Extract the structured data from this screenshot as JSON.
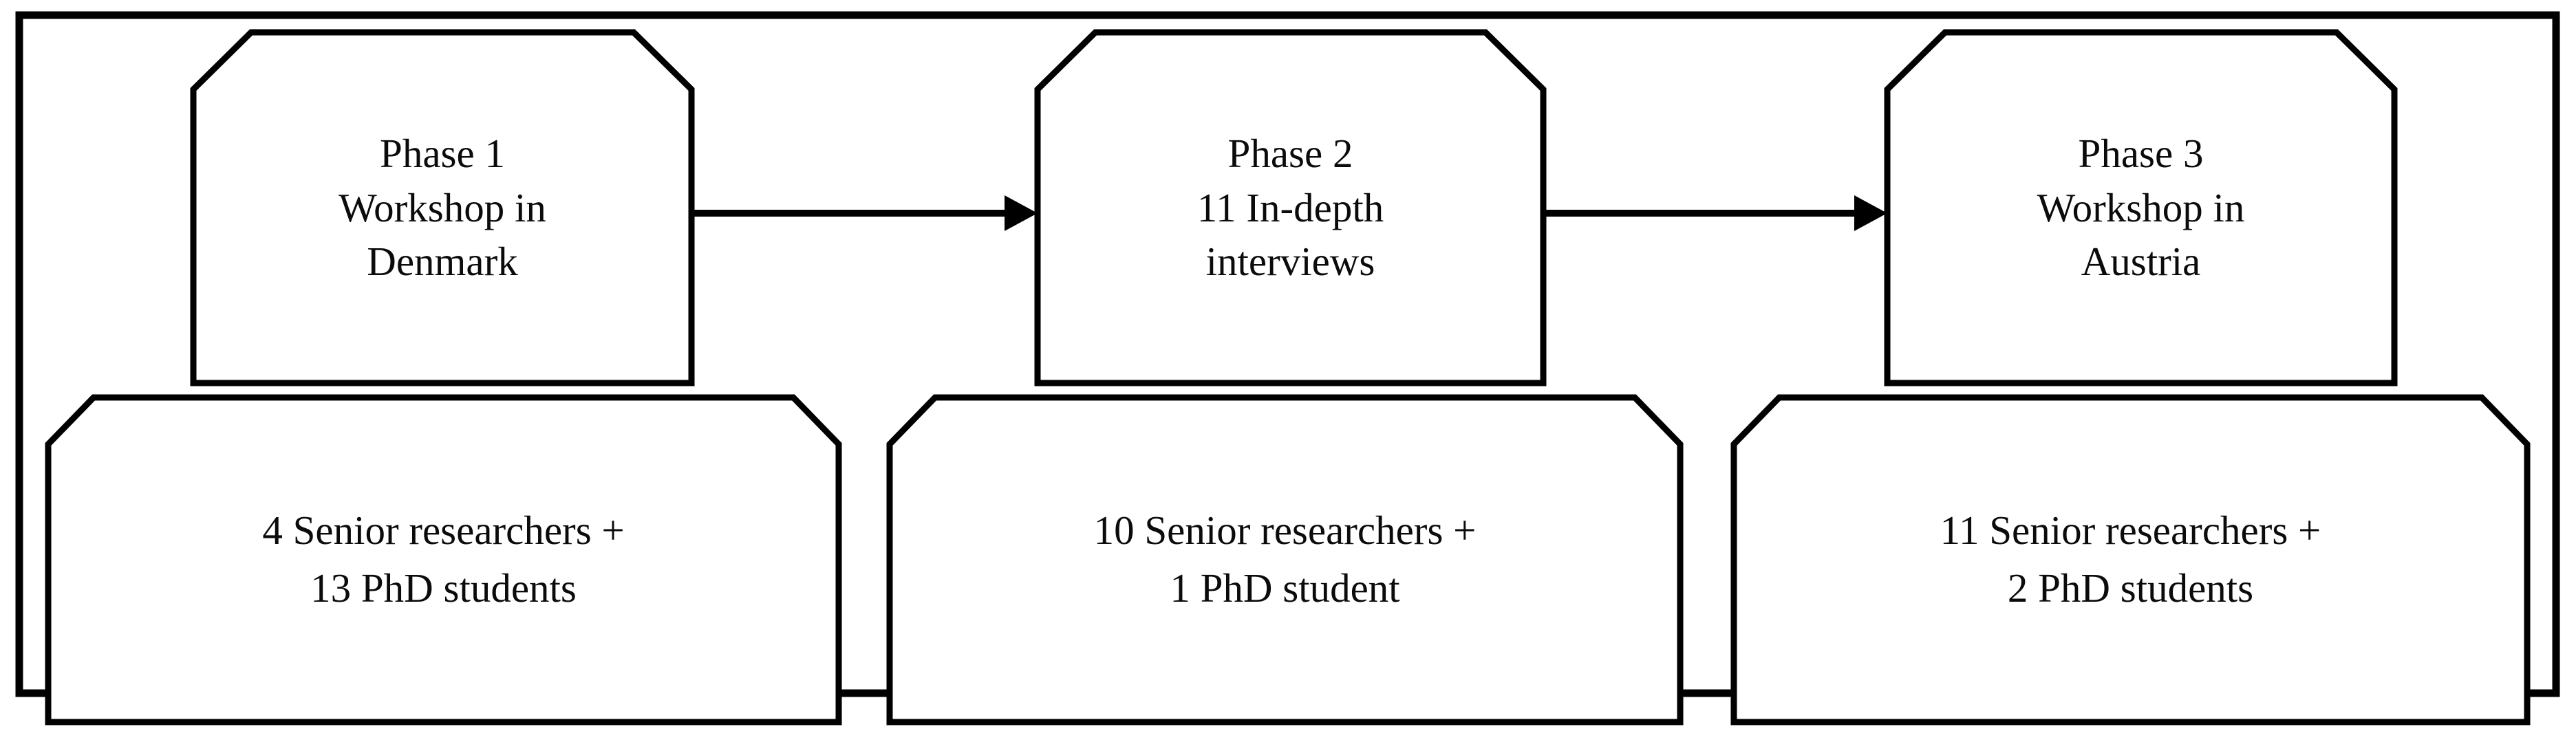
{
  "figure": {
    "kind": "process-flow-diagram",
    "outer_frame": true,
    "colors": {
      "stroke": "#000000",
      "background": "#ffffff",
      "text": "#0b0b0b"
    }
  },
  "phases": [
    {
      "id": "phase-1",
      "title": "Phase 1",
      "line2": "Workshop in",
      "line3": "Denmark",
      "participants_line1": "4 Senior researchers +",
      "participants_line2": "13 PhD students"
    },
    {
      "id": "phase-2",
      "title": "Phase 2",
      "line2": "11 In-depth",
      "line3": "interviews",
      "participants_line1": "10 Senior researchers +",
      "participants_line2": "1 PhD student"
    },
    {
      "id": "phase-3",
      "title": "Phase 3",
      "line2": "Workshop in",
      "line3": "Austria",
      "participants_line1": "11 Senior researchers +",
      "participants_line2": "2 PhD students"
    }
  ],
  "connectors": [
    {
      "id": "arrow-phase1-to-phase2",
      "from": "phase-1",
      "to": "phase-2",
      "direction": "right"
    },
    {
      "id": "arrow-phase2-to-phase3",
      "from": "phase-2",
      "to": "phase-3",
      "direction": "right"
    }
  ]
}
